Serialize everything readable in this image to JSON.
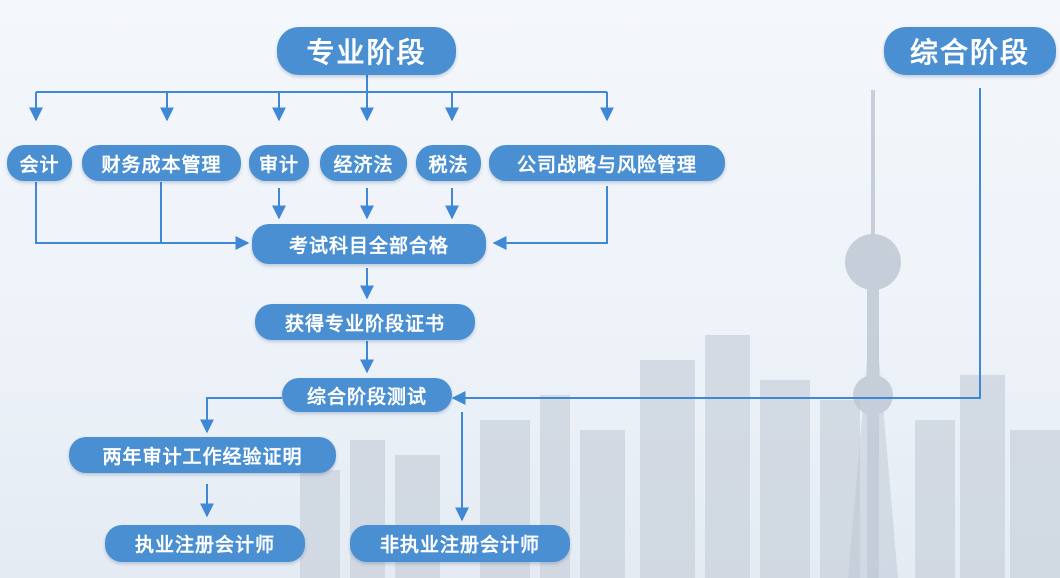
{
  "diagram": {
    "professional_stage": "专业阶段",
    "comprehensive_stage": "综合阶段",
    "subjects": [
      "会计",
      "财务成本管理",
      "审计",
      "经济法",
      "税法",
      "公司战略与风险管理"
    ],
    "all_passed": "考试科目全部合格",
    "certificate": "获得专业阶段证书",
    "comprehensive_test": "综合阶段测试",
    "audit_experience": "两年审计工作经验证明",
    "practicing_cpa": "执业注册会计师",
    "non_practicing_cpa": "非执业注册会计师"
  },
  "colors": {
    "node": "#4a8fd1",
    "line": "#3f88d6",
    "text": "#ffffff"
  }
}
